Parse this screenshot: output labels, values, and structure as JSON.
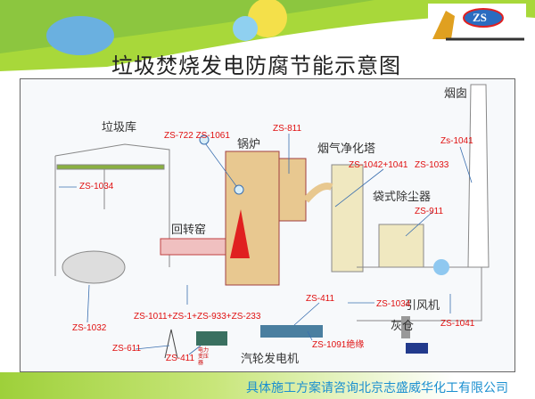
{
  "title": "垃圾焚烧发电防腐节能示意图",
  "logo": {
    "text": "ZS"
  },
  "components": {
    "warehouse": "垃圾库",
    "boiler": "锅炉",
    "kiln": "回转窑",
    "purifier": "烟气净化塔",
    "bag_filter": "袋式除尘器",
    "chimney": "烟囱",
    "fan": "引风机",
    "ash": "灰仓",
    "generator": "汽轮发电机",
    "transformer": "电力变压器"
  },
  "labels": {
    "l1": "ZS-722 ZS-1061",
    "l2": "ZS-811",
    "l3": "ZS-1042+1041",
    "l4": "ZS-1033",
    "l5": "Zs-1041",
    "l6": "ZS-911",
    "l7": "ZS-1034",
    "l8": "ZS-411",
    "l9": "ZS-1034",
    "l10": "ZS-1041",
    "l11": "ZS-1032",
    "l12": "ZS-1011+ZS-1+ZS-933+ZS-233",
    "l13": "ZS-611",
    "l14": "ZS-411",
    "l15": "ZS-1091绝缘"
  },
  "footer": "具体施工方案请咨询北京志盛威华化工有限公司"
}
